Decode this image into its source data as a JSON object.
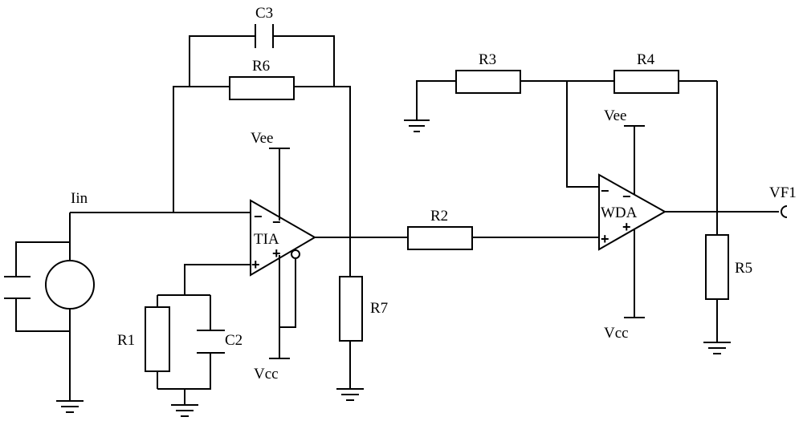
{
  "components": {
    "resistors": [
      "R1",
      "R2",
      "R3",
      "R4",
      "R5",
      "R6",
      "R7"
    ],
    "capacitors": [
      "C2",
      "C3"
    ],
    "opamps": [
      "TIA",
      "WDA"
    ]
  },
  "labels": {
    "input_current": "Iin",
    "output": "VF1",
    "tia_supply_top": "Vee",
    "tia_supply_bottom": "Vcc",
    "wda_supply_top": "Vee",
    "wda_supply_bottom": "Vcc",
    "minus_sign": "−",
    "plus_sign": "+"
  }
}
